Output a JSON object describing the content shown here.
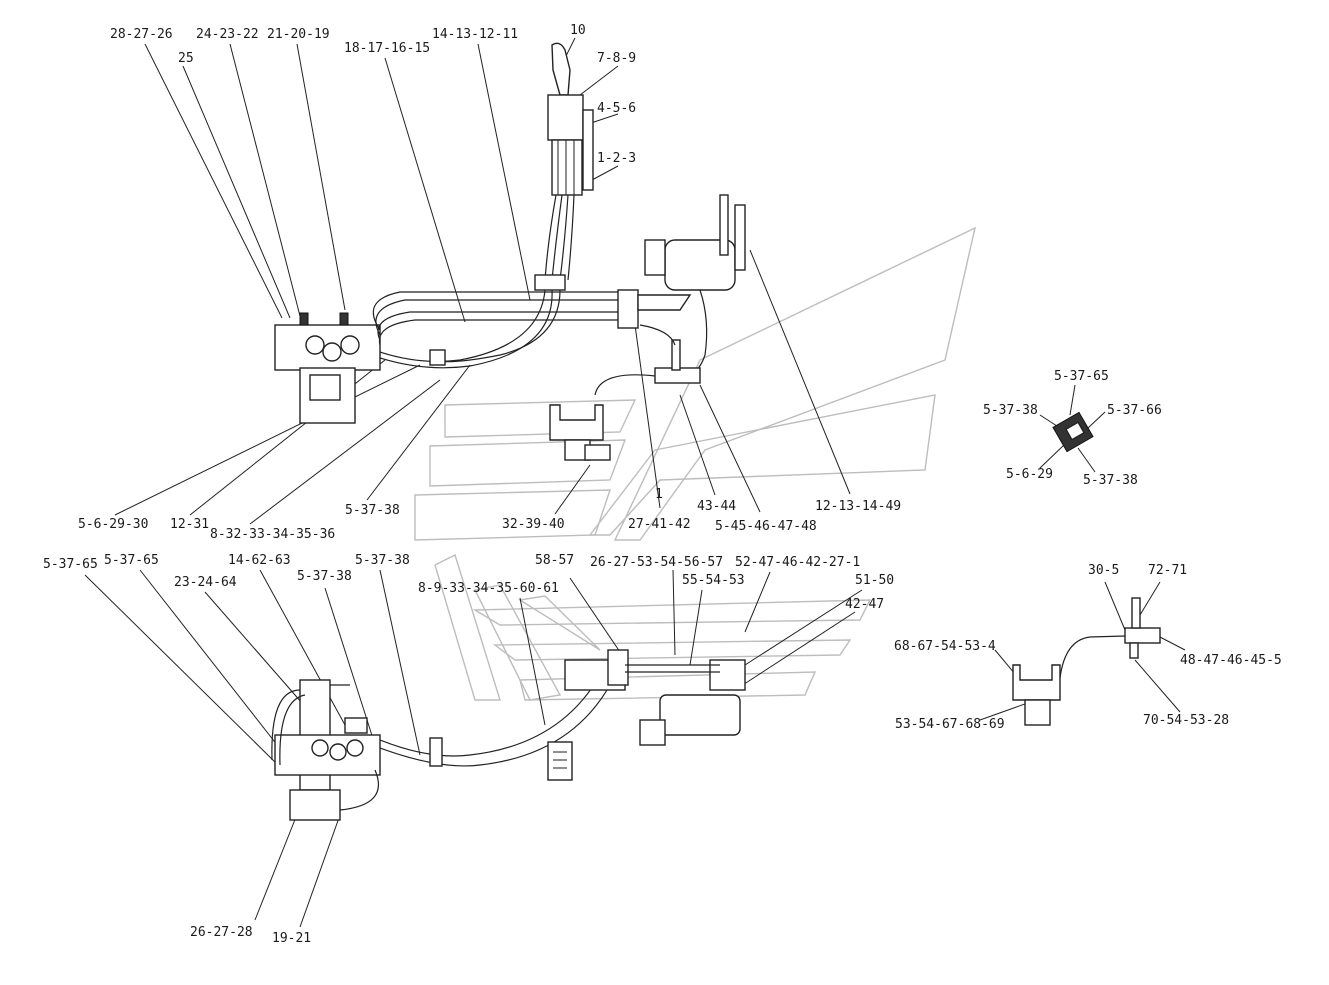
{
  "labels": {
    "l1": "28-27-26",
    "l2": "25",
    "l3": "24-23-22",
    "l4": "21-20-19",
    "l5": "18-17-16-15",
    "l6": "14-13-12-11",
    "l7": "10",
    "l8": "7-8-9",
    "l9": "4-5-6",
    "l10": "1-2-3",
    "l11": "5-6-29-30",
    "l12": "12-31",
    "l13": "8-32-33-34-35-36",
    "l14": "5-37-38",
    "l15": "32-39-40",
    "l16": "27-41-42",
    "l17": "43-44",
    "l18": "5-45-46-47-48",
    "l19": "12-13-14-49",
    "l20": "5-37-65",
    "l21": "5-37-38",
    "l22": "5-37-66",
    "l23": "5-6-29",
    "l24": "5-37-38",
    "l25": "5-37-65",
    "l26": "5-37-65",
    "l27": "14-62-63",
    "l28": "23-24-64",
    "l29": "5-37-38",
    "l30": "5-37-38",
    "l31": "8-9-33-34-35-60-61",
    "l32": "58-57",
    "l33": "26-27-53-54-56-57",
    "l34": "55-54-53",
    "l35": "52-47-46-42-27-1",
    "l36": "51-50",
    "l37": "42-47",
    "l38": "26-27-28",
    "l39": "19-21",
    "l40": "30-5",
    "l41": "72-71",
    "l42": "68-67-54-53-4",
    "l43": "48-47-46-45-5",
    "l44": "53-54-67-68-69",
    "l45": "70-54-53-28",
    "l46": "1"
  }
}
